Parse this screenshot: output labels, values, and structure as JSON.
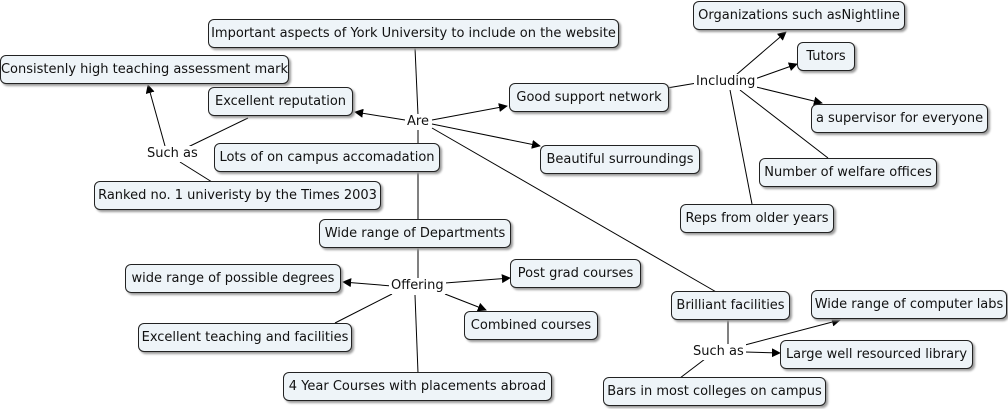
{
  "concepts": {
    "root": "Important aspects of York University to include on the website",
    "excellent_reputation": "Excellent reputation",
    "consistent_mark": "Consistenly high teaching assessment mark",
    "ranked": "Ranked no. 1 univeristy by the Times 2003",
    "accommodation": "Lots of on campus accomadation",
    "support_network": "Good support network",
    "surroundings": "Beautiful surroundings",
    "nightline": "Organizations such asNightline",
    "tutors": "Tutors",
    "supervisor": "a supervisor for everyone",
    "welfare": "Number of welfare offices",
    "reps": "Reps from older years",
    "departments": "Wide range of Departments",
    "degrees": "wide range of possible degrees",
    "postgrad": "Post grad courses",
    "combined": "Combined courses",
    "teaching": "Excellent teaching and facilities",
    "placements": "4 Year Courses with placements abroad",
    "facilities": "Brilliant facilities",
    "computer_labs": "Wide range of computer labs",
    "library": "Large well resourced library",
    "bars": "Bars in most colleges on campus"
  },
  "linking_phrases": {
    "are": "Are",
    "such_as_1": "Such as",
    "including": "Including",
    "offering": "Offering",
    "such_as_2": "Such as"
  },
  "colors": {
    "node_fill": "#eef4f8",
    "node_border": "#222222",
    "link": "#000000"
  }
}
